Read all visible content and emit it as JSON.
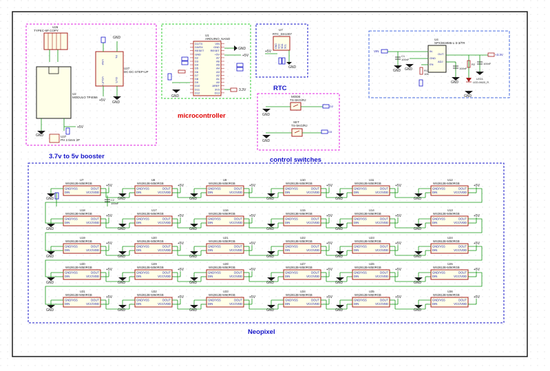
{
  "sheet": {
    "colors": {
      "frame": "#1a1a1a",
      "wire": "#129612",
      "part_body": "#a51c1c",
      "part_fill": "#ffffe8",
      "pin_text": "#1a1aa8",
      "group_blue": "#1515c8",
      "group_pink": "#e020e0",
      "group_green": "#33cc33",
      "group_dash_blue": "#4a6ee0",
      "section_red": "#e00000",
      "net_label": "#1a1aa8"
    }
  },
  "sections": {
    "booster": "3.7v to 5v booster",
    "microcontroller": "microcontroller",
    "rtc": "RTC",
    "control": "control switches",
    "neopixel": "Neopixel"
  },
  "booster": {
    "usb_ref": "U26",
    "usb_val": "TYPEC-6P COPY",
    "conv_ref": "U27",
    "conv_val": "DC-DC-STEP-UP",
    "tp_ref": "U2",
    "tp_val": "MODULO TP4056",
    "conn_ref": "U37",
    "conn_val": "PH 2.5mm 2P",
    "pin_vin": "VIN+",
    "pin_vout": "VOUT+",
    "pin_gnd_in": "IN-",
    "pin_gnd_out": "OUT-",
    "net_5v": "+5V",
    "gnd": "GND"
  },
  "micro": {
    "ref": "U1",
    "val": "ARDUINO_NANO",
    "left_pins": [
      "D1/TX",
      "D0/RX",
      "RESET",
      "GND",
      "D2",
      "D3",
      "D4",
      "D5",
      "D6",
      "D7",
      "D8",
      "D9",
      "D10",
      "D11",
      "D12"
    ],
    "right_pins": [
      "VIN",
      "GND",
      "RESET",
      "+5V",
      "A7",
      "A6",
      "A5",
      "A4",
      "A3",
      "A2",
      "A1",
      "A0",
      "AREF",
      "3V3",
      "D13"
    ],
    "net_gnd": "GND",
    "net_5v": "+5V",
    "net_3v3": "3.3V"
  },
  "rtc": {
    "ref": "U7",
    "val": "RTC_DS1307",
    "pins": [
      "GND",
      "VCC",
      "SDA",
      "SCL"
    ],
    "net_5v": "+5V",
    "gnd": "GND"
  },
  "control": {
    "mode_label": "MODE",
    "mode_val": "TS-SKG/RJ",
    "set_label": "SET",
    "set_val": "TS-SKG/RJ",
    "net_mode": "D2",
    "net_set": "D3",
    "gnd": "GND"
  },
  "regulator": {
    "ref": "U4",
    "val": "SPX3819M5-L-3-3/TR",
    "pins": [
      "IN",
      "GND",
      "EN",
      "OUT",
      "ADJ"
    ],
    "net_vin": "VIN",
    "net_3v3": "+3.3V",
    "c1": "C1",
    "c1_val": "100nF",
    "c2": "C3",
    "c2_val": "100nF",
    "r1": "R1",
    "r1_val": "10K",
    "r2": "R2",
    "r2_val": "10K",
    "led": "LED1",
    "led_val": "LED-0603_R",
    "gnd": "GND"
  },
  "neopixel": {
    "part_val": "WS2812B-5050RGB",
    "pin_gnd": "GND/VSS",
    "pin_din": "DIN",
    "pin_dout": "DOUT",
    "pin_vcc": "VCC/VDD",
    "net_5v": "+5V",
    "gnd": "GND",
    "cap_ref": "C2",
    "cap_val": "100nF",
    "refs": [
      [
        "U7",
        "U8",
        "U9",
        "U10",
        "U11",
        "U12"
      ],
      [
        "U18",
        "U17",
        "U16",
        "U15",
        "U14",
        "U13"
      ],
      [
        "U19",
        "U20",
        "U21",
        "U22",
        "U23",
        "U24"
      ],
      [
        "U30",
        "U29",
        "U28",
        "U27",
        "U26",
        "U25"
      ],
      [
        "U31",
        "U32",
        "U33",
        "U34",
        "U35",
        "U36"
      ]
    ]
  }
}
